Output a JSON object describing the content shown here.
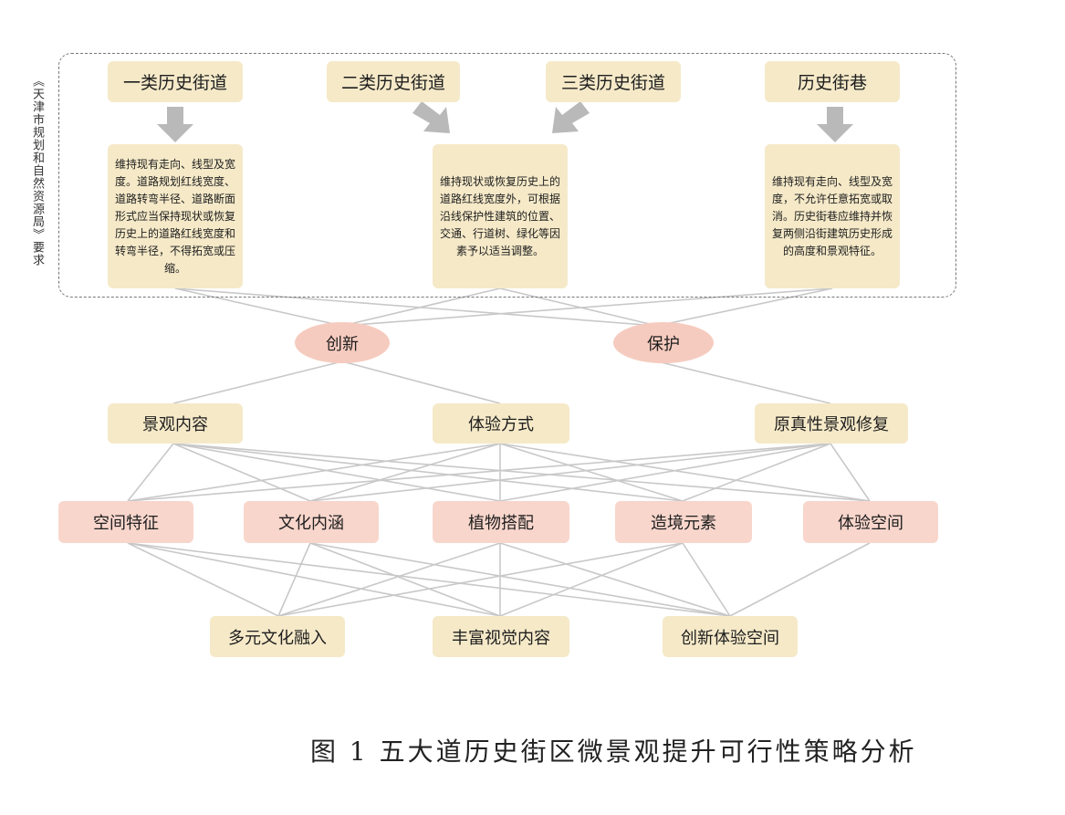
{
  "side_label": "《天津市规划和自然资源局》要求",
  "categories": [
    {
      "title": "一类历史街道",
      "desc": "维持现有走向、线型及宽度。道路规划红线宽度、道路转弯半径、道路断面形式应当保持现状或恢复历史上的道路红线宽度和转弯半径，不得拓宽或压缩。"
    },
    {
      "title": "二类历史街道"
    },
    {
      "title": "三类历史街道"
    },
    {
      "title": "历史街巷",
      "desc": "维持现有走向、线型及宽度，不允许任意拓宽或取消。历史街巷应维持并恢复两侧沿街建筑历史形成的高度和景观特征。"
    }
  ],
  "shared_desc": "维持现状或恢复历史上的道路红线宽度外，可根据沿线保护性建筑的位置、交通、行道树、绿化等因素予以适当调整。",
  "principles": [
    "创新",
    "保护"
  ],
  "level3": [
    "景观内容",
    "体验方式",
    "原真性景观修复"
  ],
  "level4": [
    "空间特征",
    "文化内涵",
    "植物搭配",
    "造境元素",
    "体验空间"
  ],
  "level5": [
    "多元文化融入",
    "丰富视觉内容",
    "创新体验空间"
  ],
  "caption": "图 1  五大道历史街区微景观提升可行性策略分析",
  "colors": {
    "cream": "#f5e9c8",
    "pink": "#f8d6cc",
    "oval": "#f6cbbf",
    "arrow": "#b9b9b9",
    "line": "#c9c9c9"
  }
}
